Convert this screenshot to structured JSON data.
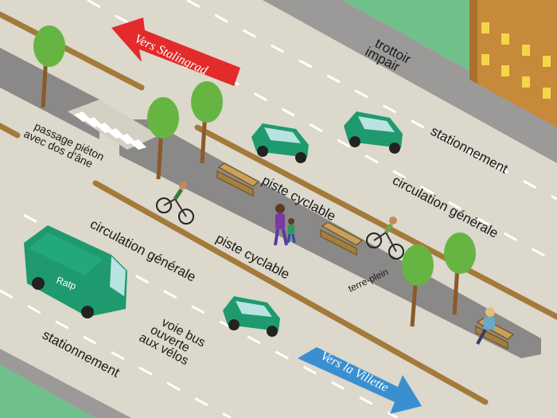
{
  "labels": {
    "trottoir_impair": [
      "trottoir",
      "impair"
    ],
    "stationnement_right": "stationnement",
    "circulation_generale_right": "circulation générale",
    "piste_cyclable_top": "piste cyclable",
    "piste_cyclable_bottom": "piste cyclable",
    "passage_pieton": [
      "passage piéton",
      "avec dos d'âne"
    ],
    "circulation_generale_left": "circulation générale",
    "terre_plein": "terre-plein",
    "voie_bus": [
      "voie bus",
      "ouverte",
      "aux vélos"
    ],
    "stationnement_left": "stationnement",
    "bus_logo": "Ratp"
  },
  "arrows": {
    "stalingrad": "Vers Stalingrad",
    "villette": "Vers la Villette"
  },
  "colors": {
    "road": "#dcd8cc",
    "median": "#8a8987",
    "sidewalk": "#9b9a98",
    "grass": "#6fc08a",
    "building": "#c78a3a",
    "window": "#f3d64a",
    "vehicle": "#1f9a6e",
    "vehicle_window": "#b9e3e0",
    "curb_strip": "#a47a3a",
    "arrow_red": "#e32b2b",
    "arrow_blue": "#3a8fd1",
    "tree_top": "#66b543",
    "tree_trunk": "#8a5a2a"
  }
}
